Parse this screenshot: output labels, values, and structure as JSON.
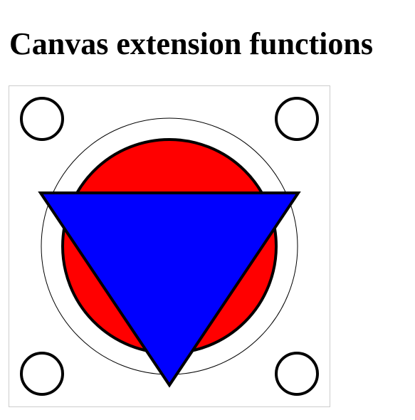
{
  "page": {
    "title": "Canvas extension functions"
  },
  "canvas": {
    "colors": {
      "background": "#ffffff",
      "frame_border": "#cccccc",
      "stroke": "#000000",
      "disc_fill": "#ff0000",
      "triangle_fill": "#0000ff"
    },
    "shapes": [
      {
        "name": "corner-circle-top-left",
        "type": "circle-outline"
      },
      {
        "name": "corner-circle-top-right",
        "type": "circle-outline"
      },
      {
        "name": "corner-circle-bottom-left",
        "type": "circle-outline"
      },
      {
        "name": "corner-circle-bottom-right",
        "type": "circle-outline"
      },
      {
        "name": "outer-thin-ring",
        "type": "circle-outline"
      },
      {
        "name": "red-disc",
        "type": "filled-circle"
      },
      {
        "name": "blue-triangle",
        "type": "filled-triangle"
      }
    ]
  }
}
